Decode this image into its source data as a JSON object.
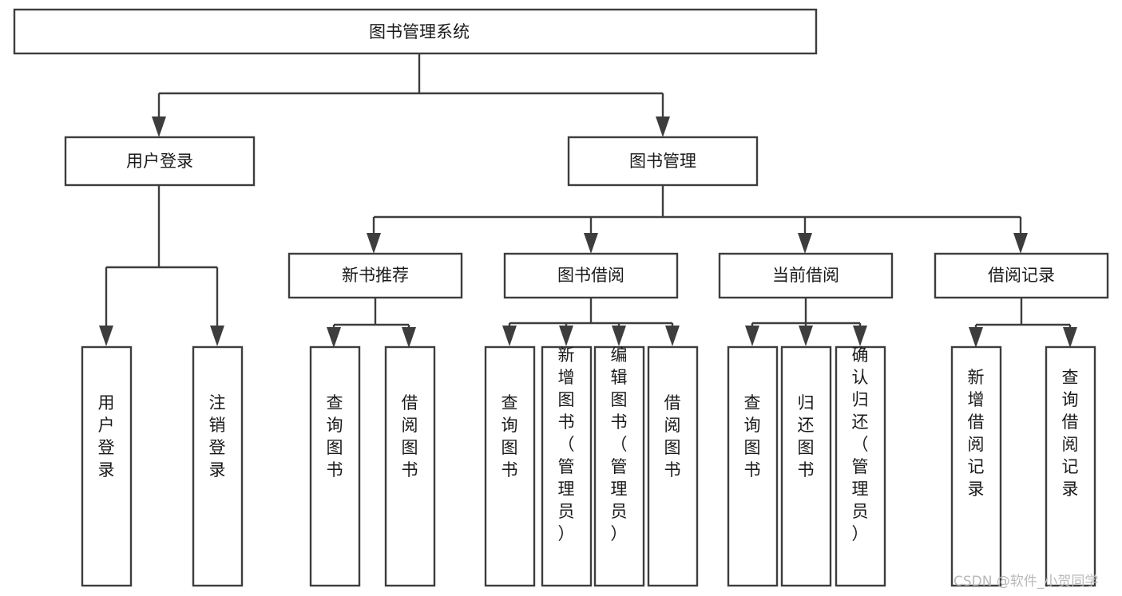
{
  "diagram": {
    "title": "图书管理系统",
    "type": "tree",
    "watermark": "CSDN @软件_小贺同学",
    "colors": {
      "stroke": "#3d3d3d",
      "fill": "#ffffff",
      "text": "#1a1a1a",
      "watermark": "#b9b9b9",
      "background": "#ffffff"
    },
    "nodes": {
      "root": {
        "label": "图书管理系统"
      },
      "level2": [
        {
          "label": "用户登录"
        },
        {
          "label": "图书管理"
        }
      ],
      "level3": [
        {
          "label": "新书推荐"
        },
        {
          "label": "图书借阅"
        },
        {
          "label": "当前借阅"
        },
        {
          "label": "借阅记录"
        }
      ],
      "leaves_user_login": [
        {
          "label": "用户登录"
        },
        {
          "label": "注销登录"
        }
      ],
      "leaves_new_book": [
        {
          "label": "查询图书"
        },
        {
          "label": "借阅图书"
        }
      ],
      "leaves_borrow": [
        {
          "label": "查询图书"
        },
        {
          "label": "新增图书（管理员）"
        },
        {
          "label": "编辑图书（管理员）"
        },
        {
          "label": "借阅图书"
        }
      ],
      "leaves_current": [
        {
          "label": "查询图书"
        },
        {
          "label": "归还图书"
        },
        {
          "label": "确认归还（管理员）"
        }
      ],
      "leaves_records": [
        {
          "label": "新增借阅记录"
        },
        {
          "label": "查询借阅记录"
        }
      ]
    }
  }
}
